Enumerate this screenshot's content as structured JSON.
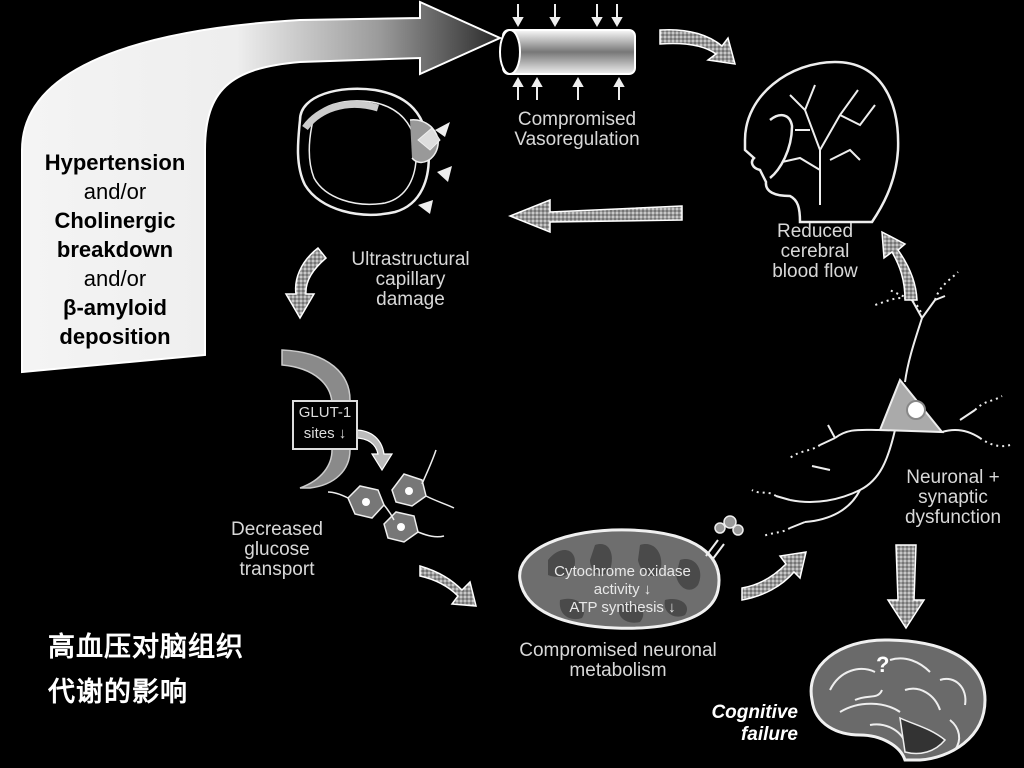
{
  "cause": {
    "line1": "Hypertension",
    "line2": "and/or",
    "line3": "Cholinergic",
    "line4": "breakdown",
    "line5": "and/or",
    "line6": "β-amyloid",
    "line7": "deposition"
  },
  "stages": {
    "vasoregulation": [
      "Compromised",
      "Vasoregulation"
    ],
    "blood_flow": [
      "Reduced",
      "cerebral",
      "blood flow"
    ],
    "capillary": [
      "Ultrastructural",
      "capillary",
      "damage"
    ],
    "glucose": [
      "Decreased",
      "glucose",
      "transport"
    ],
    "glut_box": [
      "GLUT-1",
      "sites ↓"
    ],
    "mito_inside": [
      "Cytochrome oxidase",
      "activity ↓",
      "ATP synthesis ↓"
    ],
    "metabolism": [
      "Compromised neuronal",
      "metabolism"
    ],
    "neuronal": [
      "Neuronal +",
      "synaptic",
      "dysfunction"
    ],
    "cognitive": [
      "Cognitive",
      "failure"
    ],
    "brain_mark": "?"
  },
  "caption": {
    "line1": "高血压对脑组织",
    "line2": "代谢的影响"
  },
  "colors": {
    "background": "#000000",
    "text": "#d8d8d8",
    "arrow_fill": "#bcbcbc",
    "drawing": "#e0e0e0"
  }
}
